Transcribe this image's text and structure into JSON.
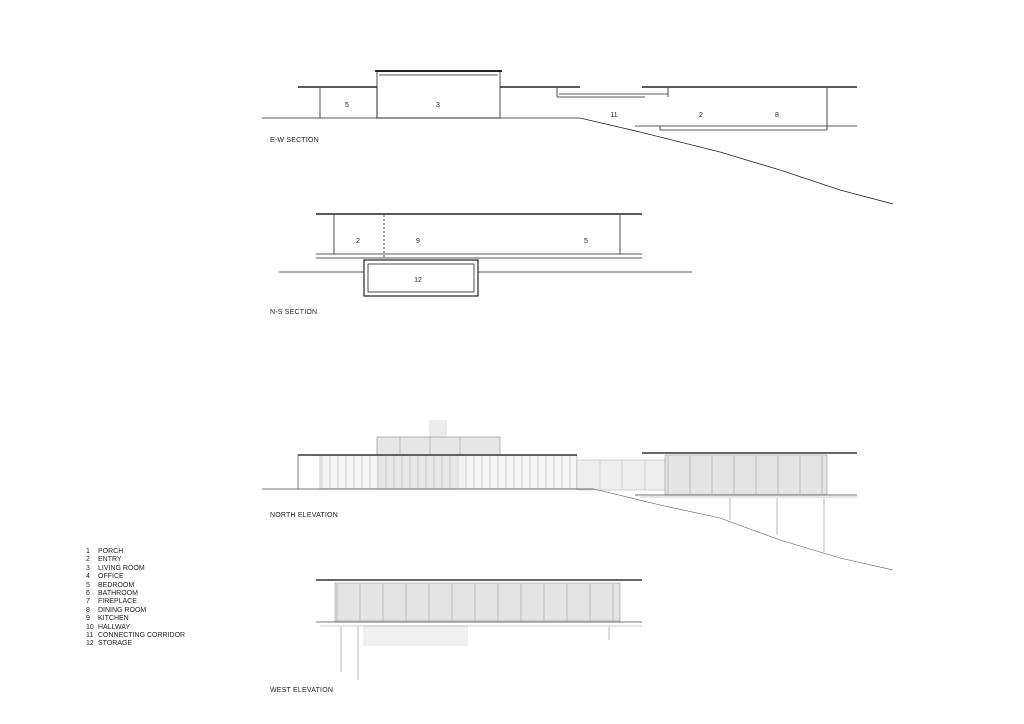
{
  "sections": {
    "ew": {
      "title": "E-W SECTION",
      "rooms": [
        "5",
        "3",
        "11",
        "2",
        "8"
      ]
    },
    "ns": {
      "title": "N-S SECTION",
      "rooms": [
        "2",
        "9",
        "5",
        "12"
      ]
    }
  },
  "elevations": {
    "north": {
      "title": "NORTH ELEVATION"
    },
    "west": {
      "title": "WEST ELEVATION"
    }
  },
  "legend": [
    {
      "num": "1",
      "name": "PORCH"
    },
    {
      "num": "2",
      "name": "ENTRY"
    },
    {
      "num": "3",
      "name": "LIVING ROOM"
    },
    {
      "num": "4",
      "name": "OFFICE"
    },
    {
      "num": "5",
      "name": "BEDROOM"
    },
    {
      "num": "6",
      "name": "BATHROOM"
    },
    {
      "num": "7",
      "name": "FIREPLACE"
    },
    {
      "num": "8",
      "name": "DINING ROOM"
    },
    {
      "num": "9",
      "name": "KITCHEN"
    },
    {
      "num": "10",
      "name": "HALLWAY"
    },
    {
      "num": "11",
      "name": "CONNECTING CORRIDOR"
    },
    {
      "num": "12",
      "name": "STORAGE"
    }
  ]
}
